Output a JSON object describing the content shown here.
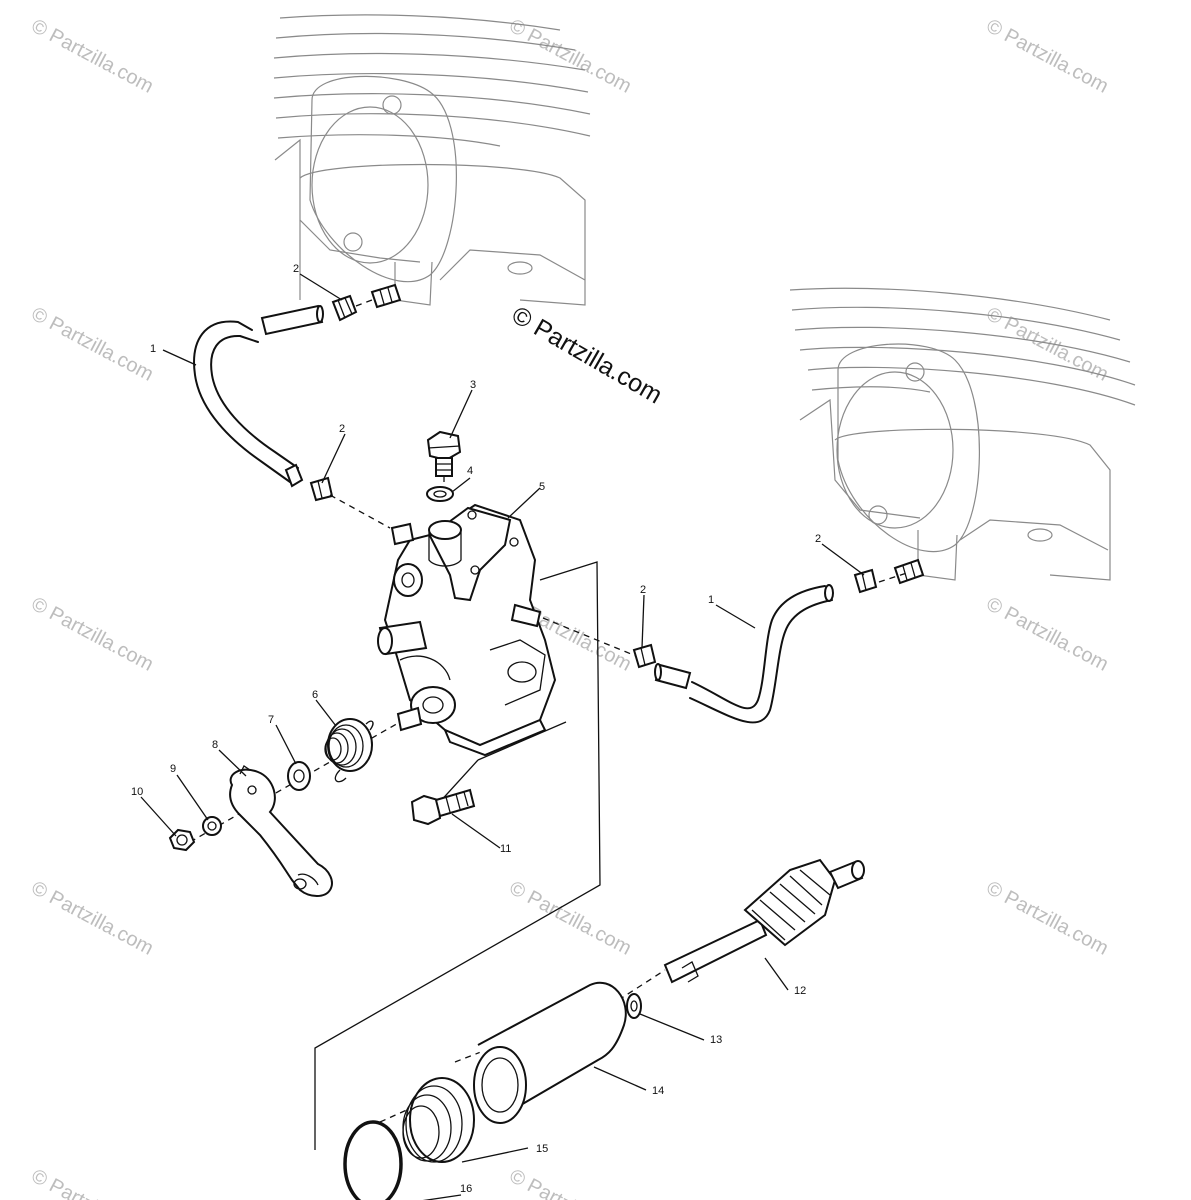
{
  "watermark": {
    "main_text": "© Partzilla.com",
    "repeat_text": "© Partzilla.com"
  },
  "callouts": {
    "c1a": "1",
    "c1b": "1",
    "c2a": "2",
    "c2b": "2",
    "c2c": "2",
    "c2d": "2",
    "c3": "3",
    "c4": "4",
    "c5": "5",
    "c6": "6",
    "c7": "7",
    "c8": "8",
    "c9": "9",
    "c10": "10",
    "c11": "11",
    "c12": "12",
    "c13": "13",
    "c14": "14",
    "c15": "15",
    "c16": "16"
  }
}
